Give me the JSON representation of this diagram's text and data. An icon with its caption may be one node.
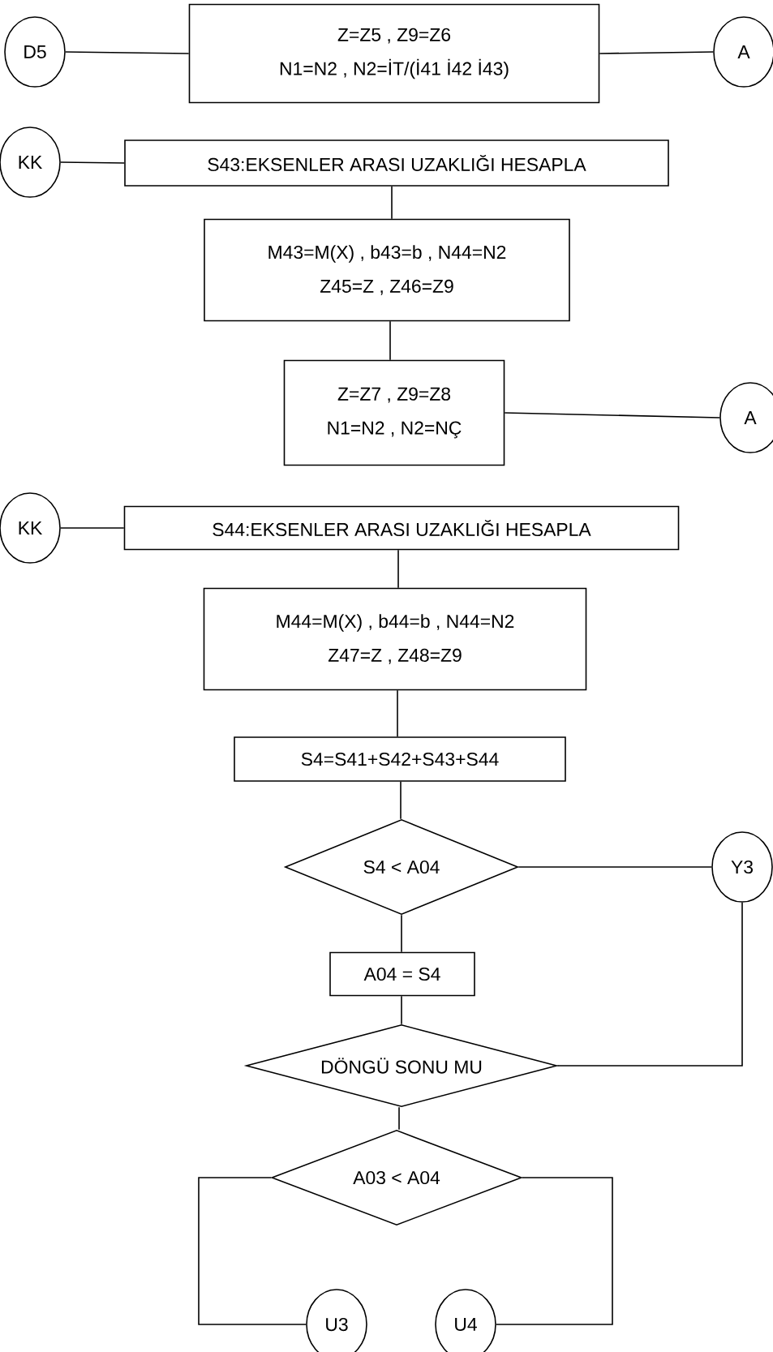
{
  "diagram": {
    "nodes": [
      {
        "text": [
          "D5"
        ]
      },
      {
        "text": [
          "Z=Z5 , Z9=Z6",
          "N1=N2 , N2=İT/(İ41 İ42 İ43)"
        ]
      },
      {
        "text": [
          "A"
        ]
      },
      {
        "text": [
          "KK"
        ]
      },
      {
        "text": [
          "S43:EKSENLER ARASI UZAKLIĞI HESAPLA"
        ]
      },
      {
        "text": [
          "M43=M(X) , b43=b , N44=N2",
          "Z45=Z , Z46=Z9"
        ]
      },
      {
        "text": [
          "Z=Z7 , Z9=Z8",
          "N1=N2 , N2=NÇ"
        ]
      },
      {
        "text": [
          "A"
        ]
      },
      {
        "text": [
          "KK"
        ]
      },
      {
        "text": [
          "S44:EKSENLER ARASI UZAKLIĞI HESAPLA"
        ]
      },
      {
        "text": [
          "M44=M(X) , b44=b , N44=N2",
          "Z47=Z , Z48=Z9"
        ]
      },
      {
        "text": [
          "S4=S41+S42+S43+S44"
        ]
      },
      {
        "text": [
          "S4 < A04"
        ]
      },
      {
        "text": [
          "Y3"
        ]
      },
      {
        "text": [
          "A04 = S4"
        ]
      },
      {
        "text": [
          "DÖNGÜ SONU MU"
        ]
      },
      {
        "text": [
          "A03 < A04"
        ]
      },
      {
        "text": [
          "U3"
        ]
      },
      {
        "text": [
          "U4"
        ]
      }
    ],
    "edges": [
      {
        "from": 0,
        "to": 1,
        "arrow": "none"
      },
      {
        "from": 1,
        "to": 2,
        "arrow": "none"
      },
      {
        "from": 3,
        "to": 4,
        "arrow": "none"
      },
      {
        "from": 4,
        "to": 5,
        "arrow": "none"
      },
      {
        "from": 5,
        "to": 6,
        "arrow": "none"
      },
      {
        "from": 6,
        "to": 7,
        "arrow": "none"
      },
      {
        "from": 8,
        "to": 9,
        "arrow": "none"
      },
      {
        "from": 9,
        "to": 10,
        "arrow": "none"
      },
      {
        "from": 10,
        "to": 11,
        "arrow": "none"
      },
      {
        "from": 11,
        "to": 12,
        "arrow": "none"
      },
      {
        "from": 12,
        "to": 13,
        "arrow": "none"
      },
      {
        "from": 12,
        "to": 14,
        "arrow": "none"
      },
      {
        "from": 13,
        "to": 15,
        "arrow": "none"
      },
      {
        "from": 14,
        "to": 15,
        "arrow": "none"
      },
      {
        "from": 15,
        "to": 16,
        "arrow": "none"
      },
      {
        "from": 16,
        "to": 17,
        "arrow": "none"
      },
      {
        "from": 16,
        "to": 18,
        "arrow": "none"
      }
    ]
  }
}
